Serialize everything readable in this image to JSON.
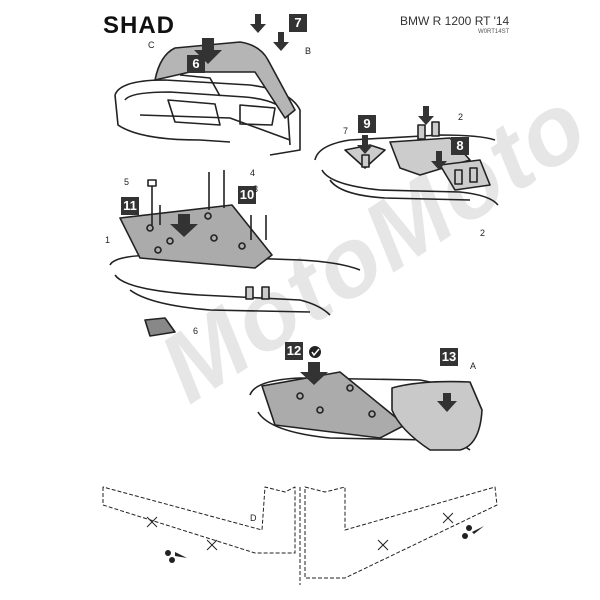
{
  "header": {
    "brand": "SHAD",
    "model": "BMW R 1200 RT '14",
    "code": "W0RT14ST"
  },
  "watermark": "MotoMoto",
  "steps": [
    "6",
    "7",
    "9",
    "8",
    "11",
    "10",
    "12",
    "13"
  ],
  "labels": {
    "C": "C",
    "B": "B",
    "A": "A",
    "D": "D",
    "n1": "1",
    "n2a": "2",
    "n2b": "2",
    "n4": "4",
    "n3": "3",
    "n5": "5",
    "n6": "6",
    "n7": "7"
  },
  "colors": {
    "step_bg": "#333333",
    "metal": "#9a9a9a",
    "outline": "#222222"
  }
}
